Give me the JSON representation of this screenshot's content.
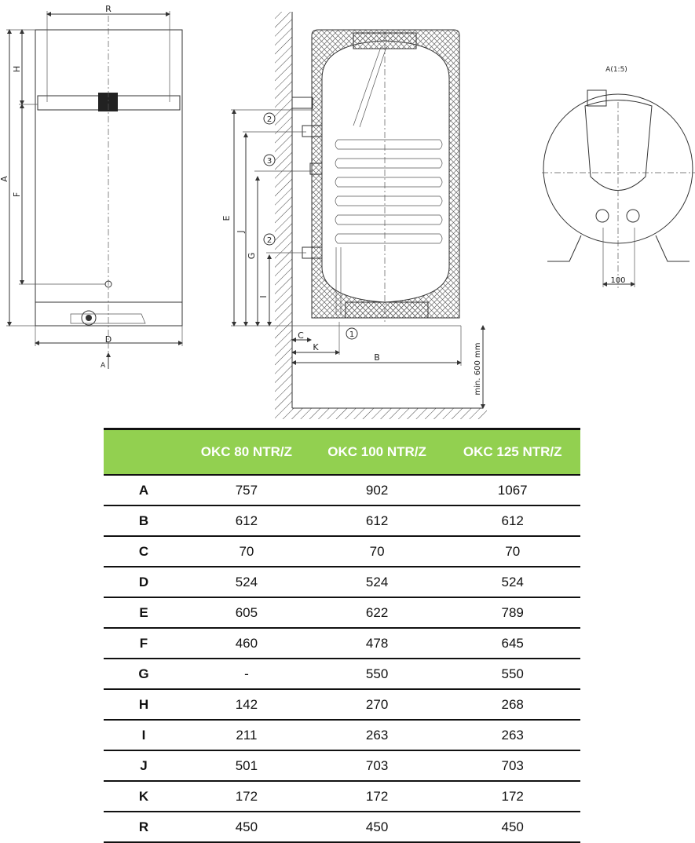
{
  "drawing": {
    "front_view": {
      "dim_R": "R",
      "dim_H": "H",
      "dim_A": "A",
      "dim_F": "F",
      "dim_D": "D",
      "view_arrow": "A"
    },
    "section_view": {
      "dim_E": "E",
      "dim_J": "J",
      "dim_G": "G",
      "dim_I": "I",
      "dim_C": "C",
      "dim_K": "K",
      "dim_B": "B",
      "clearance": "min. 600 mm",
      "callout_1": "1",
      "callout_2": "2",
      "callout_3": "3",
      "callout_2b": "2"
    },
    "detail_view": {
      "title": "A(1:5)",
      "dim_100": "100"
    }
  },
  "table": {
    "headers": [
      "",
      "OKC 80 NTR/Z",
      "OKC 100 NTR/Z",
      "OKC 125 NTR/Z"
    ],
    "rows": [
      [
        "A",
        "757",
        "902",
        "1067"
      ],
      [
        "B",
        "612",
        "612",
        "612"
      ],
      [
        "C",
        "70",
        "70",
        "70"
      ],
      [
        "D",
        "524",
        "524",
        "524"
      ],
      [
        "E",
        "605",
        "622",
        "789"
      ],
      [
        "F",
        "460",
        "478",
        "645"
      ],
      [
        "G",
        "-",
        "550",
        "550"
      ],
      [
        "H",
        "142",
        "270",
        "268"
      ],
      [
        "I",
        "211",
        "263",
        "263"
      ],
      [
        "J",
        "501",
        "703",
        "703"
      ],
      [
        "K",
        "172",
        "172",
        "172"
      ],
      [
        "R",
        "450",
        "450",
        "450"
      ]
    ],
    "header_color": "#92d050"
  }
}
